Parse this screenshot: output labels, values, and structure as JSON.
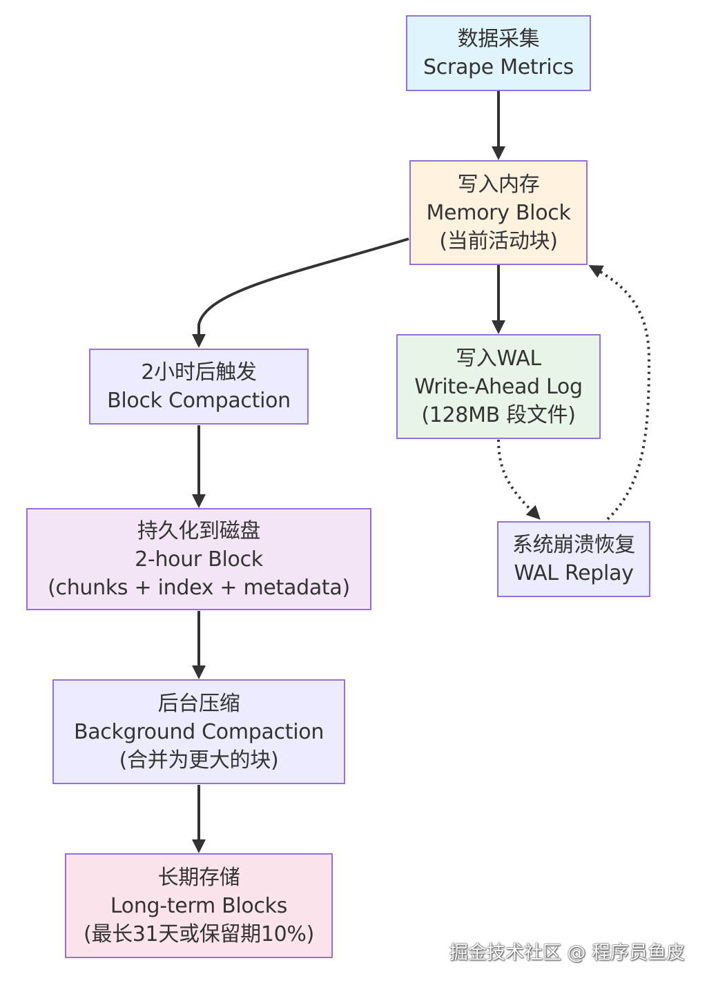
{
  "nodes": {
    "scrape": {
      "line1": "数据采集",
      "line2": "Scrape Metrics",
      "fill": "#E1F5FE"
    },
    "memory": {
      "line1": "写入内存",
      "line2": "Memory Block",
      "line3": "(当前活动块)",
      "fill": "#FFF3E0"
    },
    "wal": {
      "line1": "写入WAL",
      "line2": "Write-Ahead Log",
      "line3": "(128MB 段文件)",
      "fill": "#E8F5E9"
    },
    "compaction": {
      "line1": "2小时后触发",
      "line2": "Block Compaction",
      "fill": "#ECECFF"
    },
    "replay": {
      "line1": "系统崩溃恢复",
      "line2": "WAL Replay",
      "fill": "#ECECFF"
    },
    "persist": {
      "line1": "持久化到磁盘",
      "line2": "2-hour Block",
      "line3": "(chunks + index + metadata)",
      "fill": "#F3E5F5"
    },
    "background": {
      "line1": "后台压缩",
      "line2": "Background Compaction",
      "line3": "(合并为更大的块)",
      "fill": "#ECECFF"
    },
    "longterm": {
      "line1": "长期存储",
      "line2": "Long-term Blocks",
      "line3": "(最长31天或保留期10%)",
      "fill": "#FCE4EC"
    }
  },
  "edges": [
    {
      "from": "scrape",
      "to": "memory",
      "style": "solid"
    },
    {
      "from": "memory",
      "to": "wal",
      "style": "solid"
    },
    {
      "from": "memory",
      "to": "compaction",
      "style": "solid"
    },
    {
      "from": "compaction",
      "to": "persist",
      "style": "solid"
    },
    {
      "from": "persist",
      "to": "background",
      "style": "solid"
    },
    {
      "from": "background",
      "to": "longterm",
      "style": "solid"
    },
    {
      "from": "wal",
      "to": "replay",
      "style": "dotted"
    },
    {
      "from": "replay",
      "to": "memory",
      "style": "dotted"
    }
  ],
  "colors": {
    "border": "#9370DB",
    "edge": "#333333",
    "text": "#333333"
  },
  "watermark": "掘金技术社区 @ 程序员鱼皮"
}
